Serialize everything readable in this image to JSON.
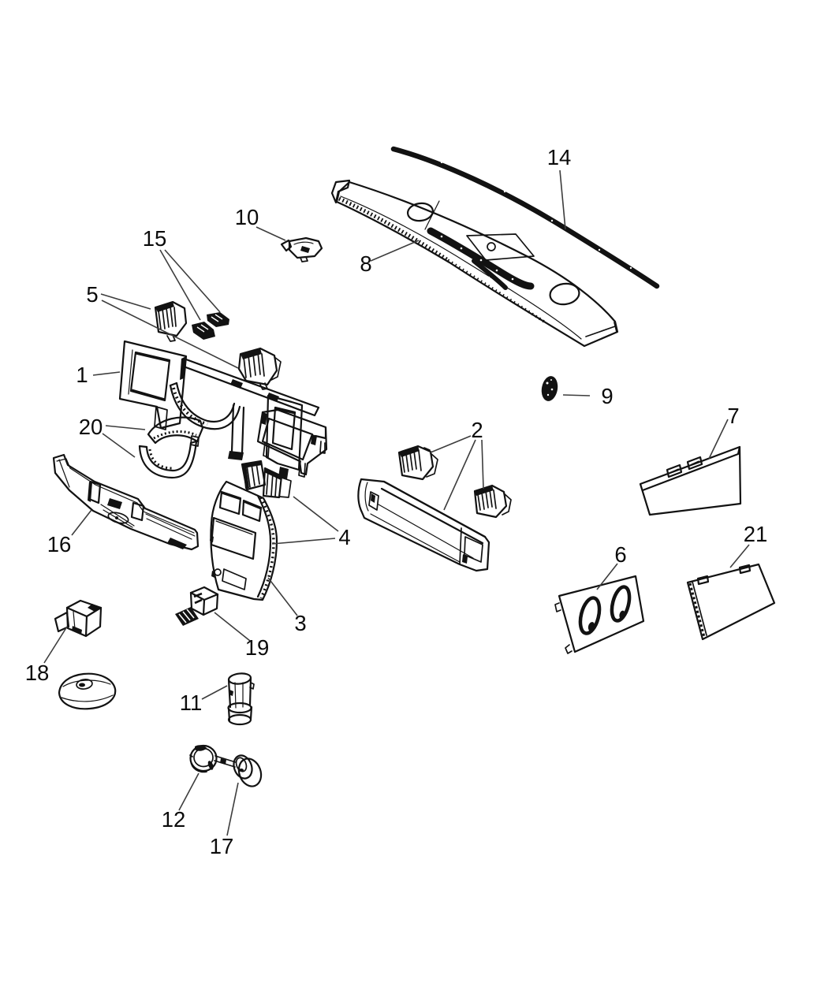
{
  "diagram": {
    "type": "exploded-parts-diagram",
    "background_color": "#ffffff",
    "ink_color": "#121212",
    "callouts": [
      {
        "label": "1",
        "part": "instrument-panel-carrier"
      },
      {
        "label": "2",
        "part": "air-outlet-vents-right"
      },
      {
        "label": "3",
        "part": "center-stack-bezel"
      },
      {
        "label": "4",
        "part": "center-outlet-vanes"
      },
      {
        "label": "5",
        "part": "side-outlet-vents"
      },
      {
        "label": "6",
        "part": "switch-opening-cover"
      },
      {
        "label": "7",
        "part": "glove-box-door"
      },
      {
        "label": "8",
        "part": "top-cover-panel"
      },
      {
        "label": "9",
        "part": "plug-cover"
      },
      {
        "label": "10",
        "part": "clip-bracket"
      },
      {
        "label": "11",
        "part": "cigar-lighter"
      },
      {
        "label": "12",
        "part": "ignition-lock-knob"
      },
      {
        "label": "14",
        "part": "windshield-molding-strip"
      },
      {
        "label": "15",
        "part": "outlet-vanes"
      },
      {
        "label": "16",
        "part": "lower-left-panel"
      },
      {
        "label": "17",
        "part": "switch-knob-shaft"
      },
      {
        "label": "18",
        "part": "storage-bin"
      },
      {
        "label": "19",
        "part": "switch-housing"
      },
      {
        "label": "20",
        "part": "cluster-hood-bezel"
      },
      {
        "label": "21",
        "part": "cover-panel"
      }
    ]
  }
}
